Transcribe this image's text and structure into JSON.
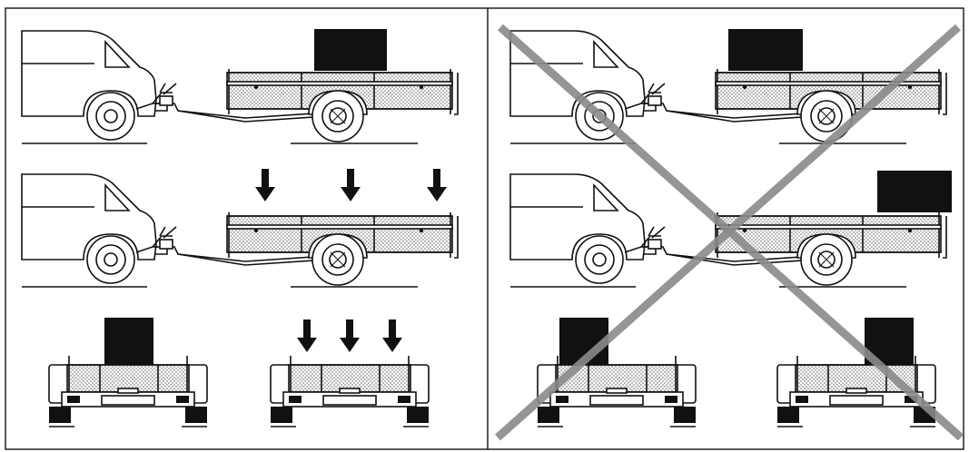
{
  "figure": {
    "panels": [
      {
        "id": "correct",
        "crossed_out": false,
        "side_views": [
          {
            "cargo": "center-block",
            "arrows": 0
          },
          {
            "cargo": "distributed",
            "arrows": 3
          }
        ],
        "rear_views": [
          {
            "cargo": "center-block",
            "arrows": 0
          },
          {
            "cargo": "distributed",
            "arrows": 3
          }
        ]
      },
      {
        "id": "incorrect",
        "crossed_out": true,
        "side_views": [
          {
            "cargo": "block-front",
            "arrows": 0
          },
          {
            "cargo": "block-rear",
            "arrows": 0
          }
        ],
        "rear_views": [
          {
            "cargo": "block-left",
            "arrows": 0
          },
          {
            "cargo": "block-right",
            "arrows": 0
          }
        ]
      }
    ],
    "colors": {
      "line": "#111111",
      "cross": "#8a8a8a",
      "background": "#ffffff"
    }
  }
}
